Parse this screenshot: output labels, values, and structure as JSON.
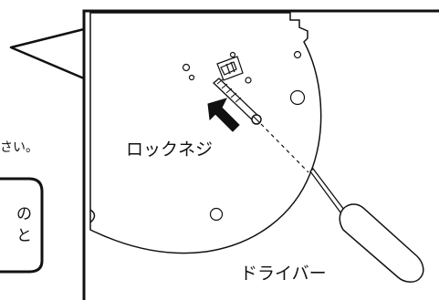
{
  "labels": {
    "lock_screw": "ロックネジ",
    "screwdriver": "ドライバー",
    "cut_text_right": "さい。",
    "box_line_1": "の",
    "box_line_2": "と"
  },
  "icons": {
    "insert_arrow": "bold-arrow-icon",
    "screwdriver": "screwdriver-icon",
    "screw": "screw-icon"
  },
  "colors": {
    "line": "#111111",
    "background": "#ffffff"
  }
}
